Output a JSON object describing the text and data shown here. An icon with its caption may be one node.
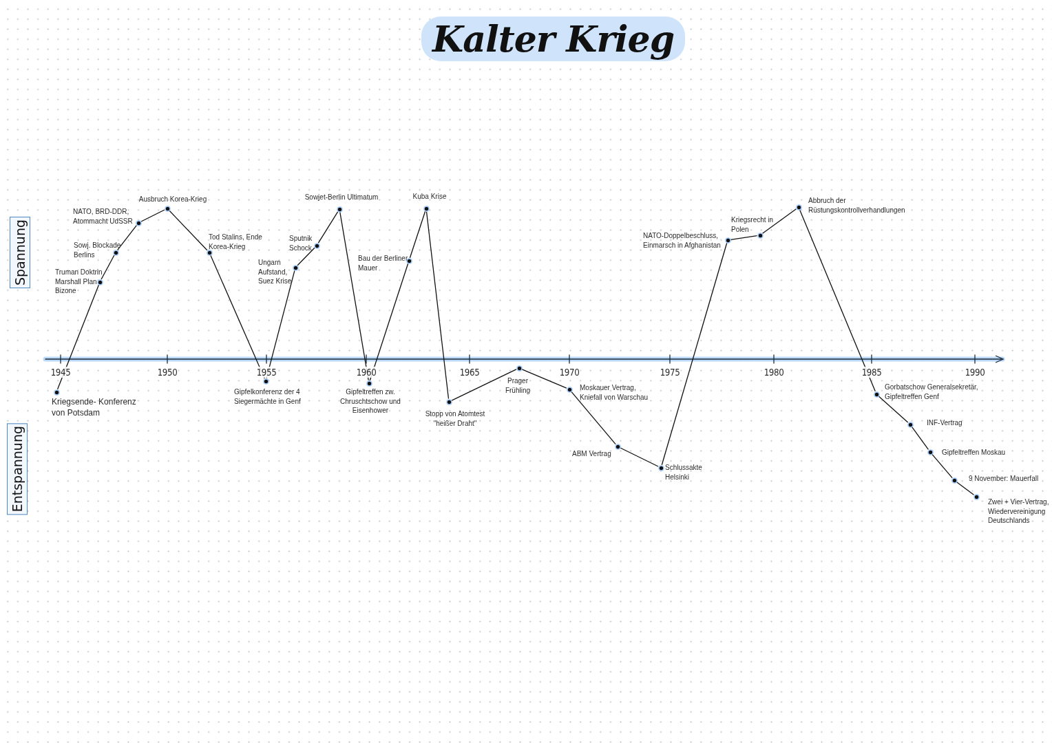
{
  "diagram": {
    "title": "Kalter Krieg",
    "nodes": [
      {
        "text": [
          "Spannung"
        ]
      },
      {
        "text": [
          "Entspannung"
        ]
      },
      {
        "text": [],
        "shape": "circle",
        "beside": [
          "Kriegsende- Konferenz von Potsdam"
        ]
      },
      {
        "text": [],
        "shape": "circle",
        "beside": [
          "Truman Doktrin Marshall Plan Bizone"
        ]
      },
      {
        "text": [],
        "shape": "circle",
        "beside": [
          "Sowj. Blockade Berlins"
        ]
      },
      {
        "text": [],
        "shape": "circle",
        "beside": [
          "NATO, BRD-DDR, Atommacht UdSSR"
        ]
      },
      {
        "text": [],
        "shape": "circle",
        "beside": [
          "Ausbruch Korea-Krieg"
        ]
      },
      {
        "text": [],
        "shape": "circle",
        "beside": [
          "Tod Stalins, Ende Korea-Krieg"
        ]
      },
      {
        "text": [],
        "shape": "circle",
        "beside": [
          "Gipfelkonferenz der 4 Siegermächte in Genf"
        ]
      },
      {
        "text": [],
        "shape": "circle",
        "beside": [
          "Ungarn Aufstand, Suez Krise"
        ]
      },
      {
        "text": [],
        "shape": "circle",
        "beside": [
          "Sputnik Schock"
        ]
      },
      {
        "text": [],
        "shape": "circle",
        "beside": [
          "Sowjet-Berlin Ultimatum"
        ]
      },
      {
        "text": [],
        "shape": "circle",
        "beside": [
          "Gipfeltreffen zw. Chruschtschow und Eisenhower"
        ]
      },
      {
        "text": [],
        "shape": "circle",
        "beside": [
          "Bau der Berliner Mauer"
        ]
      },
      {
        "text": [],
        "shape": "circle",
        "beside": [
          "Kuba Krise"
        ]
      },
      {
        "text": [],
        "shape": "circle",
        "beside": [
          "Stopp von Atomtest \"heißer Draht\""
        ]
      },
      {
        "text": [],
        "shape": "circle",
        "beside": [
          "Prager Frühling"
        ]
      },
      {
        "text": [],
        "shape": "circle",
        "beside": [
          "Moskauer Vertrag, Kniefall von Warschau"
        ]
      },
      {
        "text": [],
        "shape": "circle",
        "beside": [
          "ABM Vertrag"
        ]
      },
      {
        "text": [],
        "shape": "circle",
        "beside": [
          "Schlussakte Helsinki"
        ]
      },
      {
        "text": [],
        "shape": "circle",
        "beside": [
          "NATO-Doppelbeschluss, Einmarsch in Afghanistan"
        ]
      },
      {
        "text": [],
        "shape": "circle",
        "beside": [
          "Kriegsrecht in Polen"
        ]
      },
      {
        "text": [],
        "shape": "circle",
        "beside": [
          "Abbruch der Rüstungskontrollverhandlungen"
        ]
      },
      {
        "text": [],
        "shape": "circle",
        "beside": [
          "Gorbatschow Generalsekretär, Gipfeltreffen Genf"
        ]
      },
      {
        "text": [],
        "shape": "circle",
        "beside": [
          "INF-Vertrag"
        ]
      },
      {
        "text": [],
        "shape": "circle",
        "beside": [
          "Gipfeltreffen Moskau"
        ]
      },
      {
        "text": [],
        "shape": "circle",
        "beside": [
          "9 November: Mauerfall"
        ]
      },
      {
        "text": [],
        "shape": "circle",
        "beside": [
          "Zwei + Vier-Vertrag, Wiedervereinigung Deutschlands"
        ]
      }
    ],
    "edges": [
      {
        "from": 2,
        "to": 3,
        "arrow": "none"
      },
      {
        "from": 3,
        "to": 4,
        "arrow": "none"
      },
      {
        "from": 4,
        "to": 5,
        "arrow": "none"
      },
      {
        "from": 5,
        "to": 6,
        "arrow": "none"
      },
      {
        "from": 6,
        "to": 7,
        "arrow": "none"
      },
      {
        "from": 7,
        "to": 8,
        "arrow": "none"
      },
      {
        "from": 8,
        "to": 9,
        "arrow": "none"
      },
      {
        "from": 9,
        "to": 10,
        "arrow": "none"
      },
      {
        "from": 10,
        "to": 11,
        "arrow": "none"
      },
      {
        "from": 11,
        "to": 12,
        "arrow": "none"
      },
      {
        "from": 12,
        "to": 13,
        "arrow": "none"
      },
      {
        "from": 13,
        "to": 14,
        "arrow": "none"
      },
      {
        "from": 14,
        "to": 15,
        "arrow": "none"
      },
      {
        "from": 15,
        "to": 16,
        "arrow": "none"
      },
      {
        "from": 16,
        "to": 17,
        "arrow": "none"
      },
      {
        "from": 17,
        "to": 18,
        "arrow": "none"
      },
      {
        "from": 18,
        "to": 19,
        "arrow": "none"
      },
      {
        "from": 19,
        "to": 20,
        "arrow": "none"
      },
      {
        "from": 20,
        "to": 21,
        "arrow": "none"
      },
      {
        "from": 21,
        "to": 22,
        "arrow": "none"
      },
      {
        "from": 22,
        "to": 23,
        "arrow": "none"
      },
      {
        "from": 23,
        "to": 24,
        "arrow": "none"
      },
      {
        "from": 24,
        "to": 25,
        "arrow": "none"
      },
      {
        "from": 25,
        "to": 26,
        "arrow": "none"
      },
      {
        "from": 26,
        "to": 27,
        "arrow": "none"
      }
    ],
    "labels": [
      "1945",
      "1950",
      "1955",
      "1960",
      "1965",
      "1970",
      "1975",
      "1980",
      "1985",
      "1990"
    ]
  }
}
